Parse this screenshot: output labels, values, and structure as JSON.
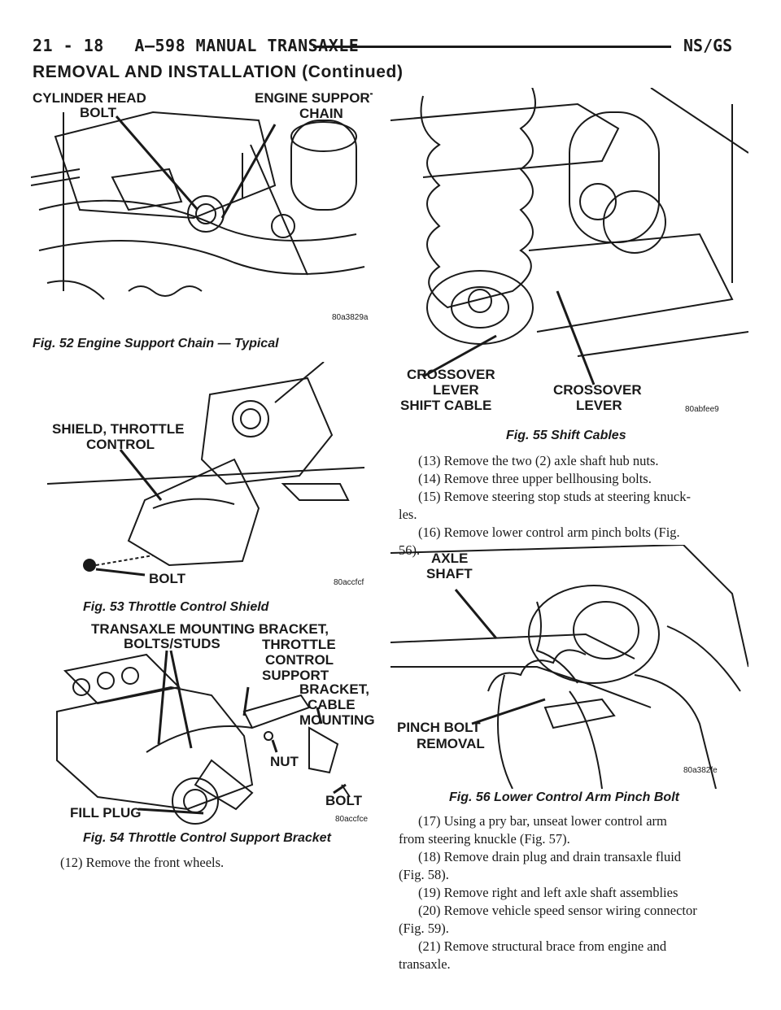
{
  "header": {
    "page_number": "21 - 18",
    "section": "A–598 MANUAL TRANSAXLE",
    "model": "NS/GS",
    "subtitle": "REMOVAL AND INSTALLATION (Continued)"
  },
  "figures": {
    "fig52": {
      "caption": "Fig. 52 Engine Support Chain — Typical",
      "labels": [
        "CYLINDER HEAD",
        "BOLT",
        "ENGINE SUPPORT",
        "CHAIN"
      ],
      "code": "80a3829a"
    },
    "fig53": {
      "caption": "Fig. 53 Throttle Control Shield",
      "labels": [
        "SHIELD, THROTTLE",
        "CONTROL",
        "BOLT"
      ],
      "code": "80accfcf"
    },
    "fig54": {
      "caption": "Fig. 54 Throttle Control Support Bracket",
      "labels": [
        "TRANSAXLE MOUNTING",
        "BOLTS/STUDS",
        "BRACKET,",
        "THROTTLE",
        "CONTROL",
        "SUPPORT",
        "BRACKET,",
        "CABLE",
        "MOUNTING",
        "NUT",
        "BOLT",
        "FILL PLUG"
      ],
      "code": "80accfce"
    },
    "fig55": {
      "caption": "Fig. 55 Shift Cables",
      "labels": [
        "CROSSOVER",
        "LEVER",
        "SHIFT CABLE",
        "CROSSOVER",
        "LEVER"
      ],
      "code": "80abfee9"
    },
    "fig56": {
      "caption": "Fig. 56 Lower Control Arm Pinch Bolt",
      "labels": [
        "AXLE",
        "SHAFT",
        "PINCH BOLT",
        "REMOVAL"
      ],
      "code": "80a382fe"
    }
  },
  "steps_left": [
    "(12) Remove the front wheels."
  ],
  "steps_right_a": [
    "(13) Remove the two (2) axle shaft hub nuts.",
    "(14) Remove three upper bellhousing bolts.",
    "(15) Remove steering stop studs at steering knuck-",
    "les.",
    "(16) Remove lower control arm pinch bolts (Fig.",
    "56)."
  ],
  "steps_right_b": [
    "(17) Using a pry bar, unseat lower control arm",
    "from steering knuckle (Fig. 57).",
    "(18) Remove drain plug and drain transaxle fluid",
    "(Fig. 58).",
    "(19) Remove right and left axle shaft assemblies",
    "(20) Remove vehicle speed sensor wiring connector",
    "(Fig. 59).",
    "(21) Remove structural brace from engine and",
    "transaxle."
  ]
}
